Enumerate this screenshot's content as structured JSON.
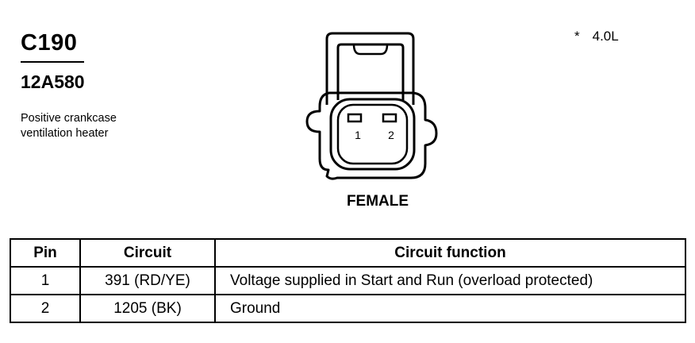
{
  "connector": {
    "id": "C190",
    "part_number": "12A580",
    "description_lines": [
      "Positive crankcase",
      "ventilation heater"
    ],
    "note_marker": "*",
    "note_text": "4.0L",
    "gender": "FEMALE",
    "pin_labels": [
      "1",
      "2"
    ]
  },
  "table": {
    "headers": [
      "Pin",
      "Circuit",
      "Circuit function"
    ],
    "rows": [
      {
        "pin": "1",
        "circuit": "391 (RD/YE)",
        "function": "Voltage supplied in Start and Run (overload protected)"
      },
      {
        "pin": "2",
        "circuit": "1205 (BK)",
        "function": "Ground"
      }
    ]
  }
}
